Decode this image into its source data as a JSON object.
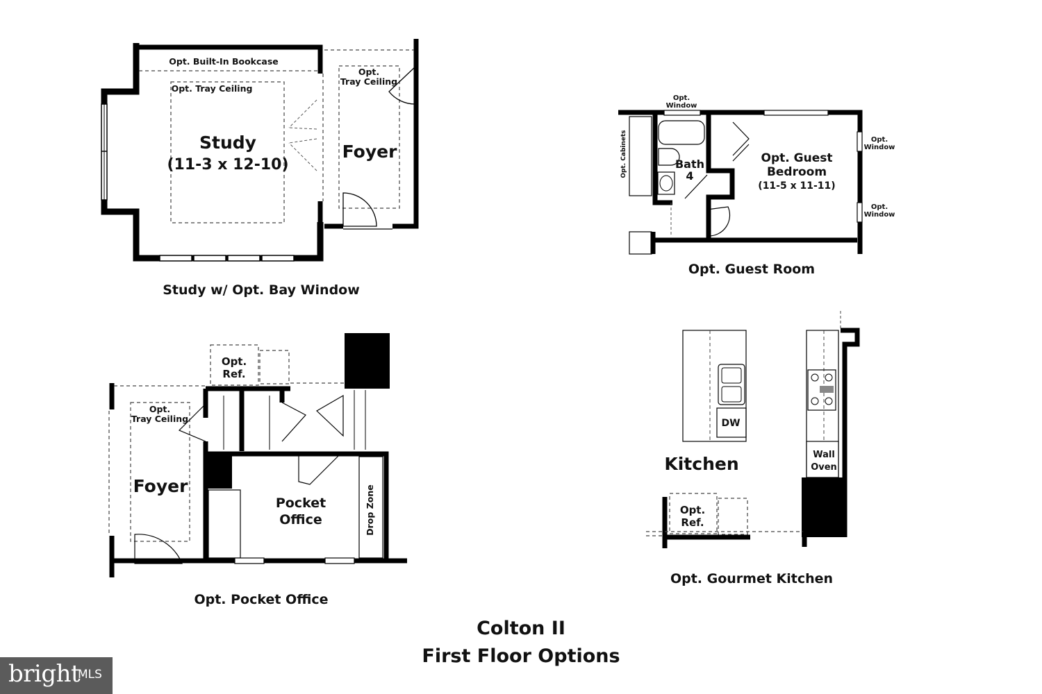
{
  "diagram": {
    "study": {
      "caption": "Study w/ Opt. Bay Window",
      "bookcase": "Opt. Built-In Bookcase",
      "tray_ceiling": "Opt. Tray Ceiling",
      "room_name": "Study",
      "room_size": "(11-3 x 12-10)",
      "foyer_tray_line1": "Opt.",
      "foyer_tray_line2": "Tray Ceiling",
      "foyer": "Foyer"
    },
    "guest": {
      "caption": "Opt. Guest Room",
      "window_top_line1": "Opt.",
      "window_top_line2": "Window",
      "cabinets": "Opt. Cabinets",
      "bath_line1": "Bath",
      "bath_line2": "4",
      "bedroom_line1": "Opt. Guest",
      "bedroom_line2": "Bedroom",
      "bedroom_size": "(11-5 x 11-11)",
      "window_right1_line1": "Opt.",
      "window_right1_line2": "Window",
      "window_right2_line1": "Opt.",
      "window_right2_line2": "Window"
    },
    "pocket": {
      "caption": "Opt. Pocket Office",
      "ref_line1": "Opt.",
      "ref_line2": "Ref.",
      "tray_line1": "Opt.",
      "tray_line2": "Tray Ceiling",
      "foyer": "Foyer",
      "office_line1": "Pocket",
      "office_line2": "Office",
      "drop_zone": "Drop Zone"
    },
    "kitchen": {
      "caption": "Opt. Gourmet Kitchen",
      "name": "Kitchen",
      "dw": "DW",
      "oven_line1": "Wall",
      "oven_line2": "Oven",
      "ref_line1": "Opt.",
      "ref_line2": "Ref."
    },
    "title_line1": "Colton II",
    "title_line2": "First Floor Options"
  },
  "watermark": {
    "brand": "bright",
    "mls": "MLS"
  }
}
